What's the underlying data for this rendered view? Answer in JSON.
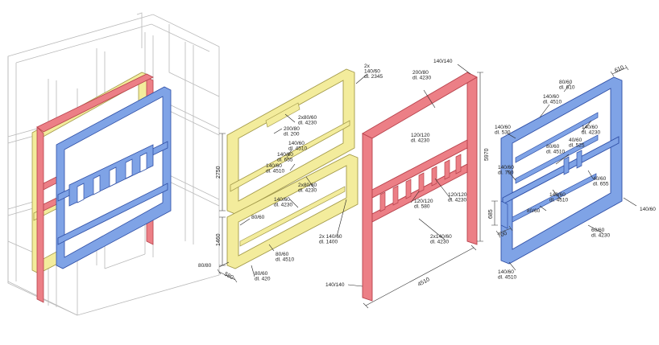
{
  "colors": {
    "yellow_fill": "#f3ec9c",
    "yellow_edge": "#a39a4a",
    "red_fill": "#ec7f86",
    "red_edge": "#b7424c",
    "blue_fill": "#7fa3e6",
    "blue_edge": "#2f4fa6",
    "ghost": "#b9b9b9",
    "line": "#222222"
  },
  "yellow": {
    "labels": [
      [
        "2x",
        "140/60",
        "dl. 2345"
      ],
      [
        "2x80/60",
        "dl. 4230"
      ],
      [
        "200/80",
        "dl. 200"
      ],
      [
        "140/60",
        "dl. 4510"
      ],
      [
        "140/60",
        "dl. 655"
      ],
      [
        "140/60",
        "dl. 4510"
      ],
      [
        "2x80/60",
        "dl. 4230"
      ],
      [
        "140/60",
        "dl. 4230"
      ],
      [
        "80/60"
      ],
      [
        "2x 140/60",
        "dl. 1400"
      ],
      [
        "80/60",
        "dl. 4510"
      ],
      [
        "80/80"
      ],
      [
        "80/60",
        "dl. 420"
      ]
    ],
    "dims": [
      "2750",
      "1460",
      "580"
    ]
  },
  "red": {
    "labels": [
      [
        "140/140"
      ],
      [
        "200/80",
        "dl. 4230"
      ],
      [
        "120/120",
        "dl. 4230"
      ],
      [
        "120/120",
        "dl. 580"
      ],
      [
        "120/120",
        "dl. 4230"
      ],
      [
        "2x140/60",
        "dl. 4230"
      ],
      [
        "140/140"
      ]
    ],
    "dims": [
      "5970",
      "4510"
    ]
  },
  "blue": {
    "labels": [
      [
        "80/60",
        "dl. 610"
      ],
      [
        "140/60",
        "dl. 4510"
      ],
      [
        "140/60",
        "dl. 530"
      ],
      [
        "140/60",
        "dl. 4230"
      ],
      [
        "80/60",
        "dl. 4510"
      ],
      [
        "40/60",
        "dl. 525"
      ],
      [
        "140/60",
        "dl. 700"
      ],
      [
        "40/60",
        "dl. 655"
      ],
      [
        "140/60",
        "dl. 4510"
      ],
      [
        "80/60"
      ],
      [
        "140/60"
      ],
      [
        "60/60",
        "dl. 4230"
      ],
      [
        "140/60",
        "dl. 4510"
      ]
    ],
    "dims": [
      "610",
      "685",
      "700"
    ]
  }
}
